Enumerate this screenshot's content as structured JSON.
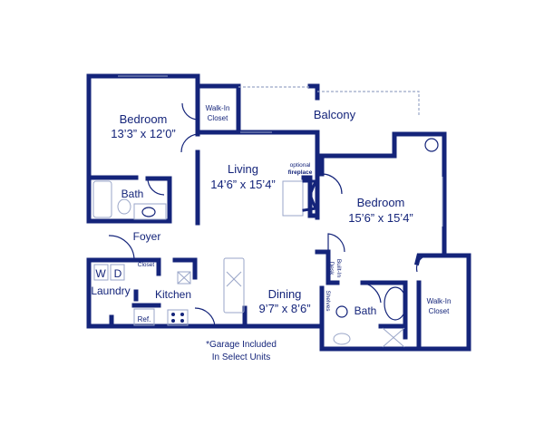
{
  "colors": {
    "wall": "#14247a",
    "fixture": "#9aa6c8",
    "background": "#ffffff"
  },
  "rooms": {
    "bedroom1": {
      "name": "Bedroom",
      "size": "13’3” x 12’0”"
    },
    "walkin1": {
      "line1": "Walk-In",
      "line2": "Closet"
    },
    "balcony": {
      "name": "Balcony"
    },
    "living": {
      "name": "Living",
      "size": "14’6” x 15’4”"
    },
    "fireplace": {
      "line1": "optional",
      "line2": "fireplace"
    },
    "bedroom2": {
      "name": "Bedroom",
      "size": "15’6” x 15’4”"
    },
    "bath1": {
      "name": "Bath"
    },
    "foyer": {
      "name": "Foyer"
    },
    "closet": {
      "name": "Closet"
    },
    "washer": "W",
    "dryer": "D",
    "laundry": {
      "name": "Laundry"
    },
    "kitchen": {
      "name": "Kitchen"
    },
    "ref": {
      "name": "Ref."
    },
    "dining": {
      "name": "Dining",
      "size": "9’7” x 8’6”"
    },
    "desk": {
      "line1": "Built-In",
      "line2": "Desk"
    },
    "shelves": {
      "name": "Shelves"
    },
    "bath2": {
      "name": "Bath"
    },
    "walkin2": {
      "line1": "Walk-In",
      "line2": "Closet"
    }
  },
  "note": {
    "line1": "*Garage Included",
    "line2": "In Select Units"
  }
}
